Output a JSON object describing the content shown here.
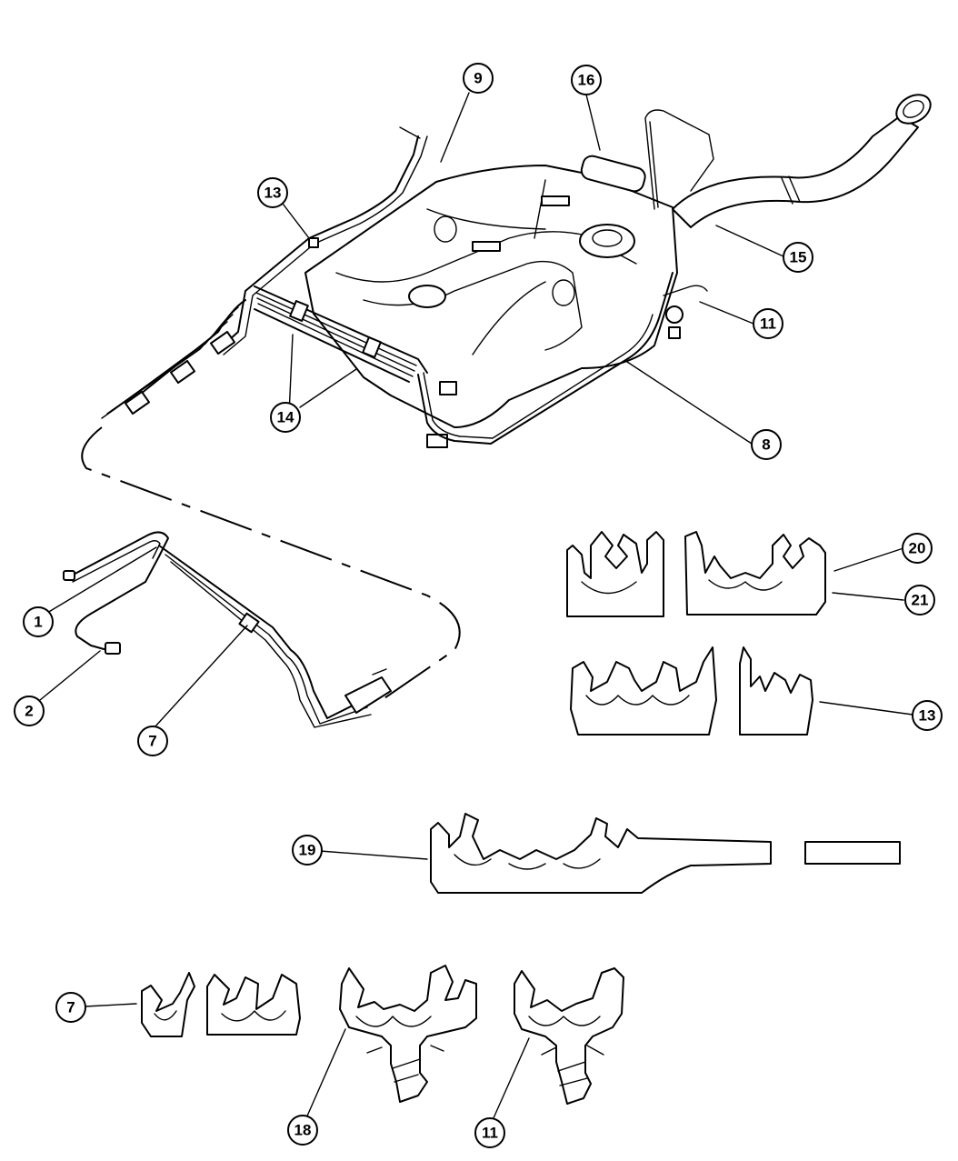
{
  "callouts": {
    "c1": "1",
    "c2": "2",
    "c7a": "7",
    "c7b": "7",
    "c8": "8",
    "c9": "9",
    "c11a": "11",
    "c11b": "11",
    "c13a": "13",
    "c13b": "13",
    "c14": "14",
    "c15": "15",
    "c16": "16",
    "c18": "18",
    "c19": "19",
    "c20": "20",
    "c21": "21"
  }
}
